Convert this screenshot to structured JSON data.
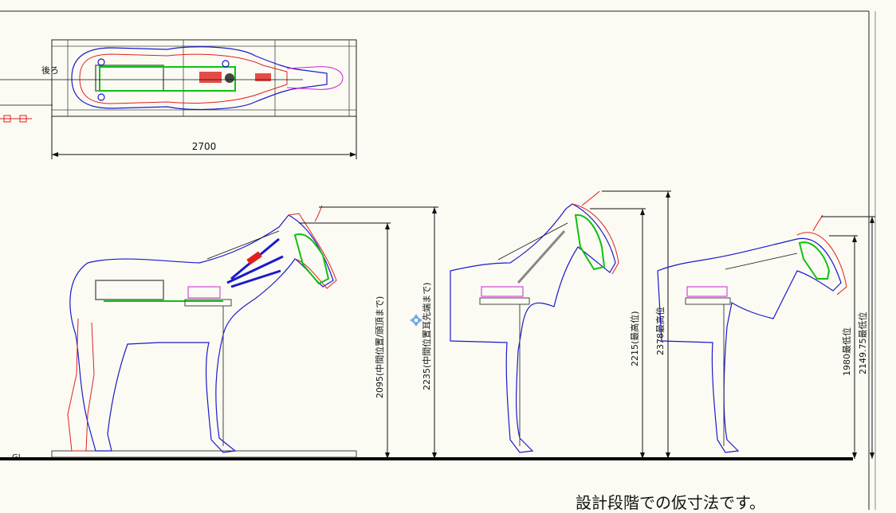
{
  "drawing": {
    "top_view": {
      "rear_label": "後ろ",
      "width_dimension": "2700"
    },
    "side_views": [
      {
        "name": "middle-head",
        "dims": [
          "2095(中間位置/頭頂まで)",
          "2235(中間位置耳先端まで)"
        ]
      },
      {
        "name": "highest",
        "dims": [
          "2215(最高位)",
          "2378最高位"
        ]
      },
      {
        "name": "lowest",
        "dims": [
          "1980最低位",
          "2149.75最低位"
        ]
      }
    ],
    "ground_label": "GL",
    "note": "設計段階での仮寸法です。"
  },
  "colors": {
    "outline": "#1a1acc",
    "red": "#e0201c",
    "green": "#10c010",
    "magenta": "#d020d0",
    "background": "#fbfbf4"
  }
}
